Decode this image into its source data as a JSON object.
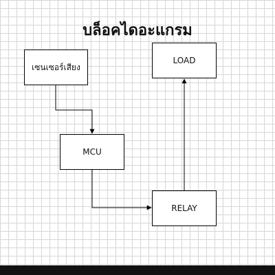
{
  "diagram": {
    "title": "บล็อคไดอะแกรม",
    "blocks": {
      "sensor": "เซนเซอร์เสียง",
      "mcu": "MCU",
      "relay": "RELAY",
      "load": "LOAD"
    },
    "connections": [
      {
        "from": "sensor",
        "to": "mcu"
      },
      {
        "from": "mcu",
        "to": "relay"
      },
      {
        "from": "relay",
        "to": "load"
      }
    ],
    "colors": {
      "background": "#ffffff",
      "grid": "#d6d6d6",
      "line": "#000000",
      "frame": "#000000"
    }
  }
}
